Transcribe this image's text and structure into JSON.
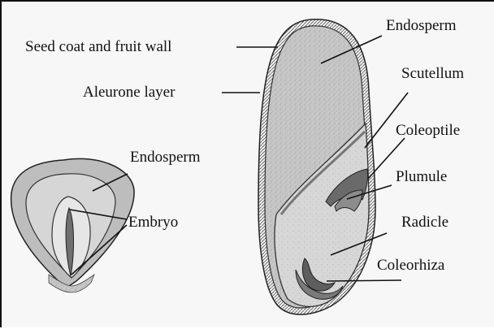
{
  "labels": {
    "seed_coat": "Seed coat and fruit wall",
    "aleurone": "Aleurone layer",
    "endosperm_right": "Endosperm",
    "scutellum": "Scutellum",
    "coleoptile": "Coleoptile",
    "plumule": "Plumule",
    "radicle": "Radicle",
    "coleorhiza": "Coleorhiza",
    "endosperm_left": "Endosperm",
    "embryo": "Embryo"
  },
  "colors": {
    "endosperm_fill": "#c9c9c9",
    "embryo_fill": "#d9d9d9",
    "outline": "#222222",
    "dark_tissue": "#6e6e6e"
  }
}
